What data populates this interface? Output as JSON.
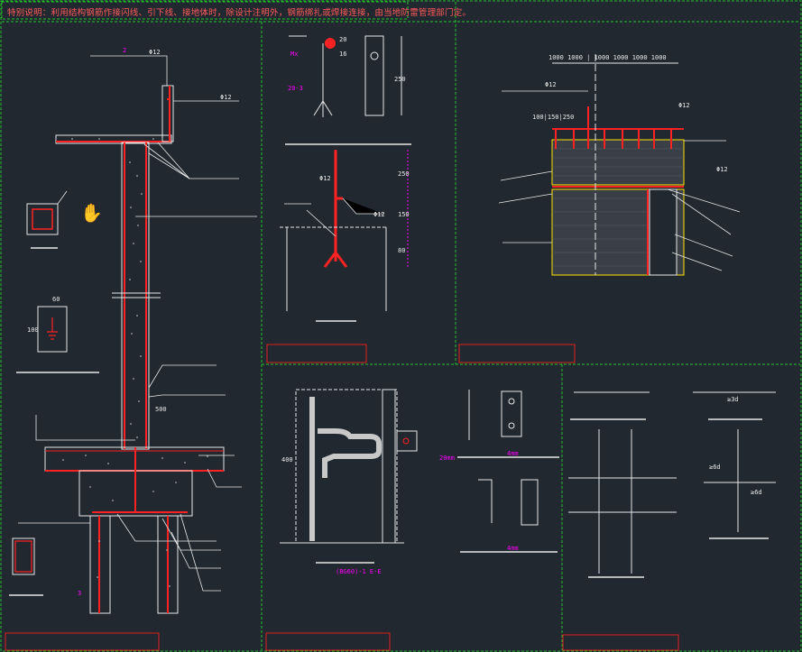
{
  "note": "特别说明：利用结构钢筋作接闪线、引下线、接地体时，除设计注明外，钢筋绑扎或焊接连接，由当地防雷管理部门定。",
  "colors": {
    "background": "#212830",
    "frame": "#22c42c",
    "red": "#ff2222",
    "white": "#e8e8e8",
    "magenta": "#ff00ff",
    "yellow": "#ffe600",
    "title_box": "#e02020",
    "concrete_dot": "#cfcfcf"
  },
  "labels": {
    "phi12_a": "Φ12",
    "phi12_b": "Φ12",
    "phi12_c": "Φ12",
    "phi12_d": "Φ12",
    "phi12_e": "Φ12",
    "phi12_f": "Φ12",
    "phi12_g": "Φ12",
    "dim60": "60",
    "dim100": "100",
    "dim500": "500",
    "dim20": "20",
    "dim16": "16",
    "dim250a": "250",
    "dim250b": "250",
    "dim150": "150",
    "dim80": "80",
    "dims_row": "1000 1000 | 1000 1000 1000 1000",
    "dim_left_stack": "100|150|250",
    "dim_400": "400",
    "dim_sec": "(BG60)-1  E-E",
    "mag_a": "Mx",
    "mag_b": "20-3",
    "mag_c": "4mm",
    "mag_d": "4mm",
    "mag_e": "20mm",
    "dim_3d": "≥3d",
    "dim_6d_a": "≥6d",
    "dim_6d_b": "≥6d",
    "mark_2": "2",
    "mark_3": "3"
  },
  "icons": {
    "cursor": "hand-cursor-icon",
    "ground": "ground-symbol-icon"
  }
}
